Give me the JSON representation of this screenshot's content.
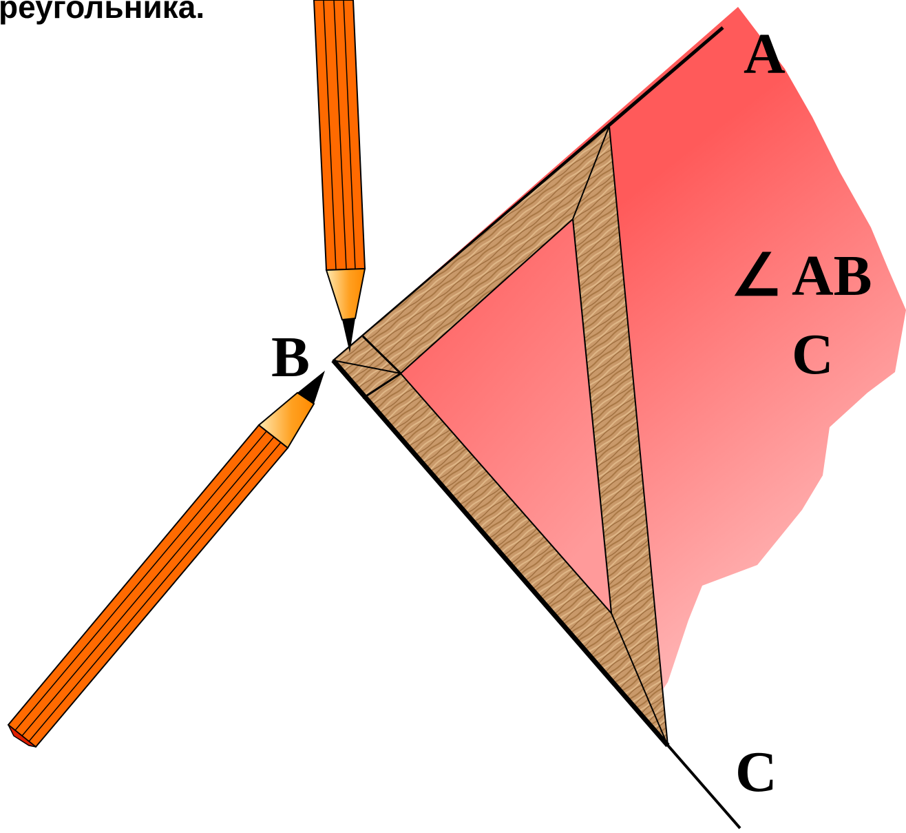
{
  "heading_fragment": "реугольника.",
  "points": {
    "a": "A",
    "b": "B",
    "c": "C"
  },
  "angle_label": {
    "symbol": "∠",
    "line1": "AB",
    "line2": "C"
  },
  "colors": {
    "sheet_red": "#ff5a5a",
    "sheet_light": "#ffc8c8",
    "wood": "#c89a64",
    "wood_dark": "#a87744",
    "pencil_orange": "#ff6a00",
    "pencil_tip_light": "#ffe8b0",
    "lead": "#000000"
  }
}
